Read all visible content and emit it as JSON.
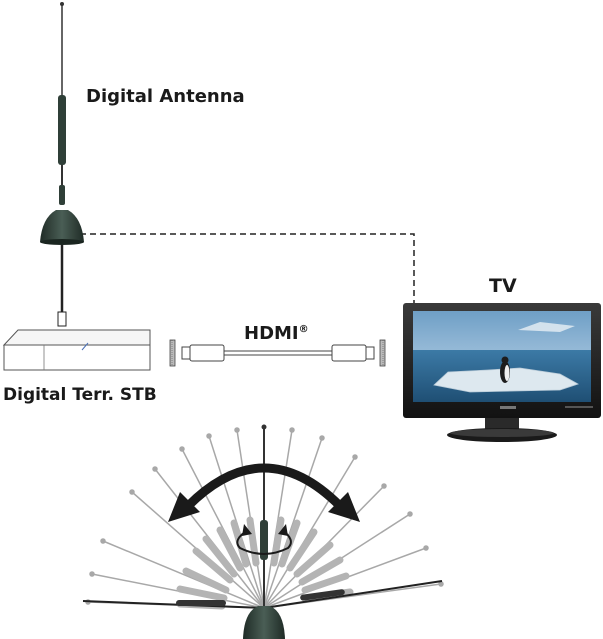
{
  "labels": {
    "antenna": "Digital Antenna",
    "tv": "TV",
    "hdmi": "HDMI",
    "hdmi_mark": "®",
    "stb": "Digital Terr. STB"
  },
  "colors": {
    "antenna_body": "#2b3a34",
    "line": "#1a1a1a",
    "arrow": "#1a1a1a",
    "fan_ghost": "#9a9a9a",
    "tv_frame": "#2a2a2a",
    "sky": "#8fb6d6",
    "sea": "#2f6f9c",
    "ice": "#dde8ef"
  },
  "icons": [
    "antenna-icon",
    "set-top-box-icon",
    "hdmi-cable-icon",
    "tv-icon",
    "rotate-arrow-icon",
    "swivel-arrow-icon"
  ]
}
